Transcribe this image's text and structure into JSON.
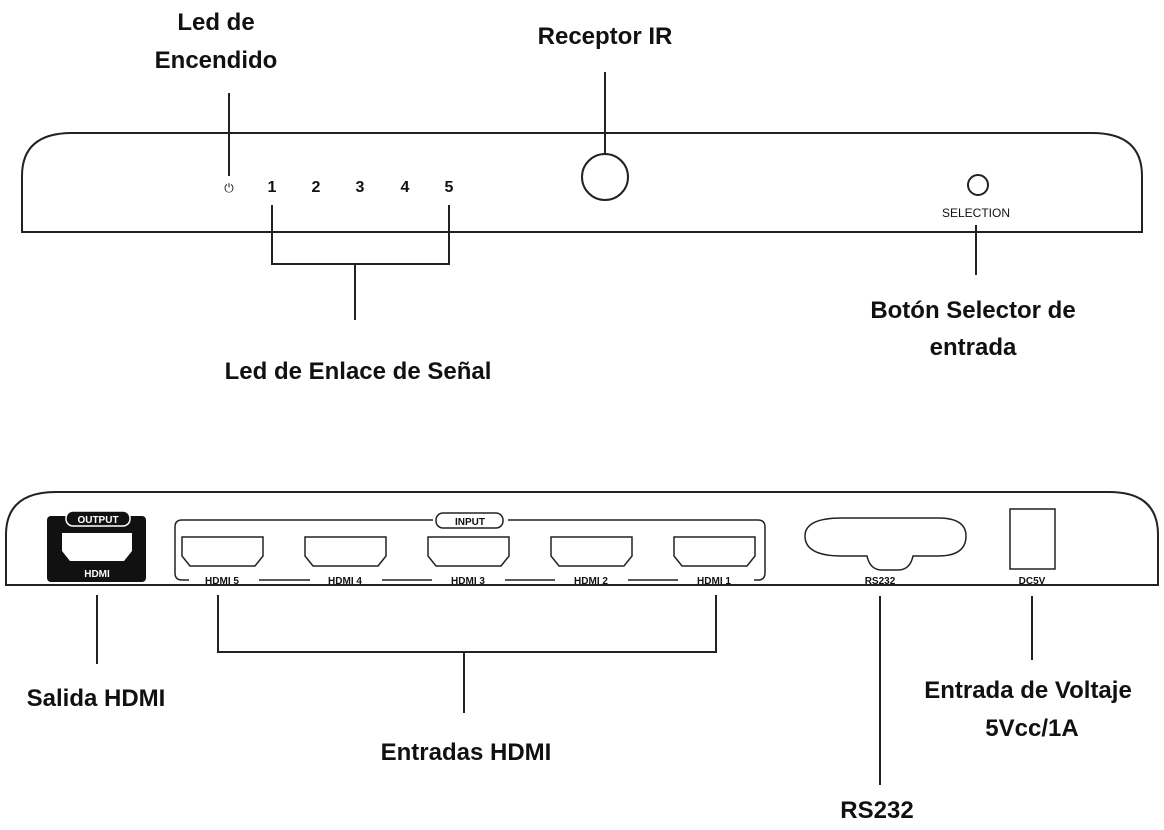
{
  "front_panel": {
    "power_symbol": "⏻",
    "led_numbers": [
      "1",
      "2",
      "3",
      "4",
      "5"
    ],
    "selection_label": "SELECTION"
  },
  "rear_panel": {
    "output_tag": "OUTPUT",
    "output_port_label": "HDMI",
    "input_tag": "INPUT",
    "input_ports": [
      "HDMI 5",
      "HDMI 4",
      "HDMI 3",
      "HDMI 2",
      "HDMI 1"
    ],
    "serial_port_label": "RS232",
    "power_port_label": "DC5V"
  },
  "callouts": {
    "power_led": [
      "Led de",
      "Encendido"
    ],
    "ir_receiver": "Receptor IR",
    "link_leds": "Led de Enlace de Señal",
    "selector_button": [
      "Botón Selector de",
      "entrada"
    ],
    "hdmi_output": "Salida HDMI",
    "hdmi_inputs": "Entradas HDMI",
    "rs232": "RS232",
    "power_input": [
      "Entrada de Voltaje",
      "5Vcc/1A"
    ]
  }
}
